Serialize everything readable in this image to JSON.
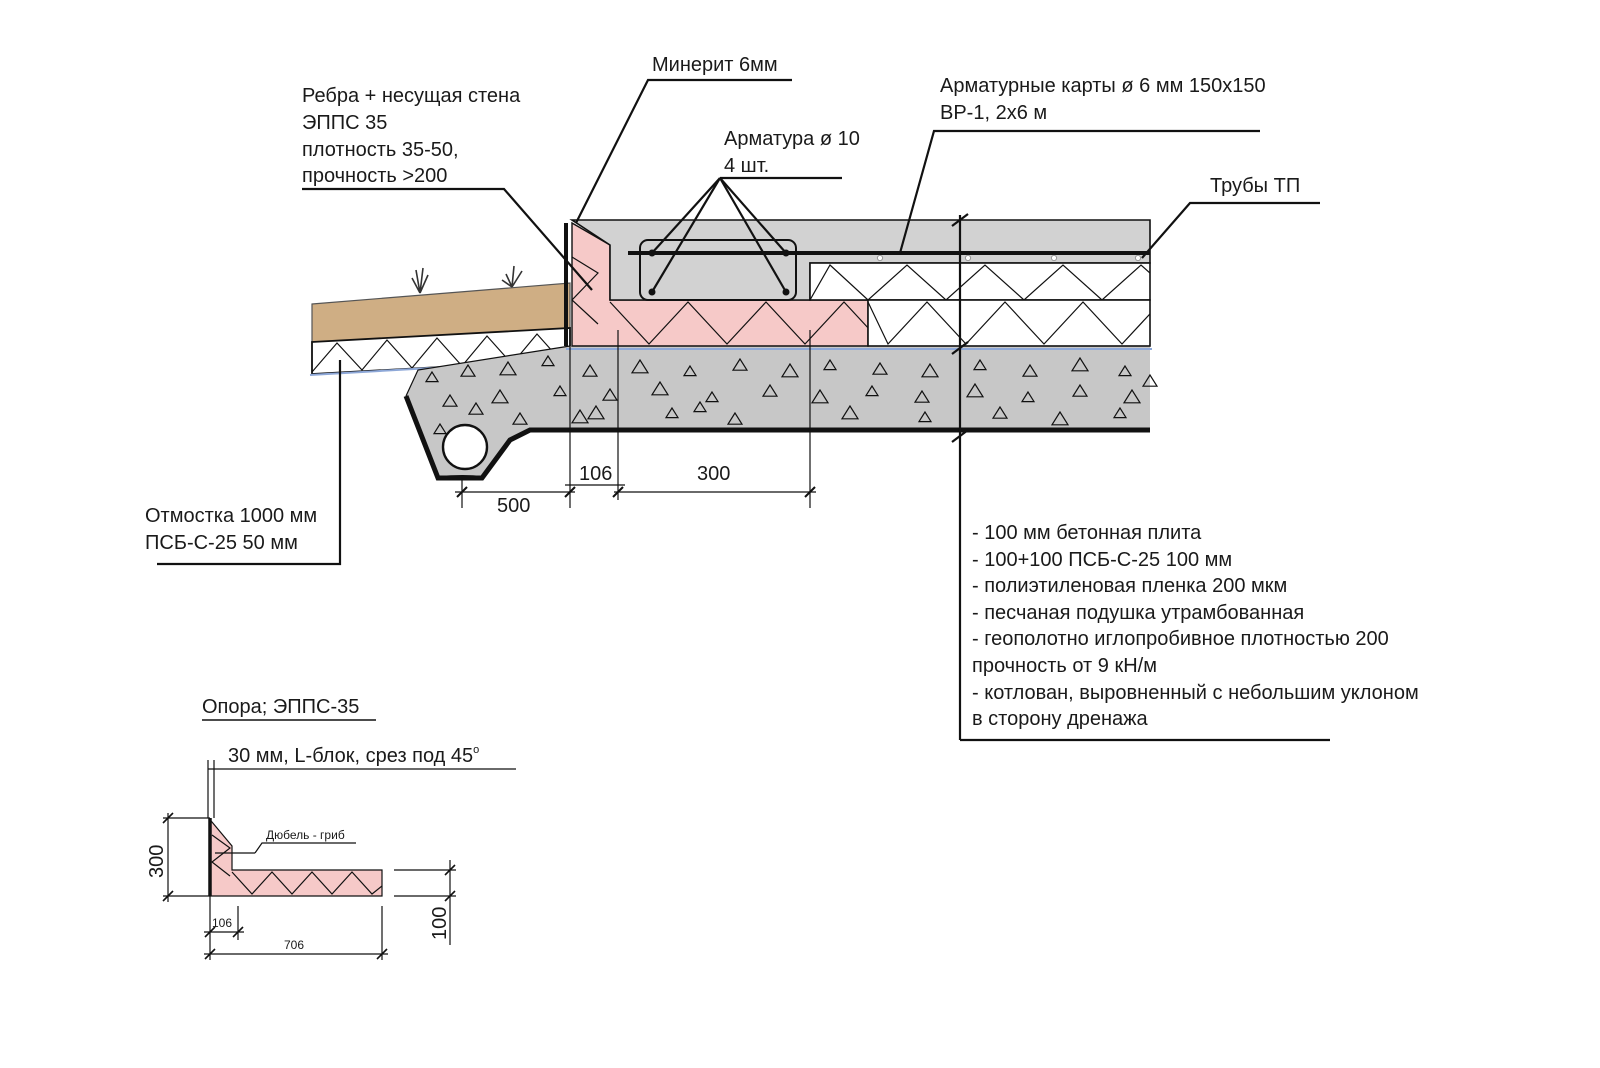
{
  "labels": {
    "minerite": "Минерит 6мм",
    "ribs_1": "Ребра + несущая стена",
    "ribs_2": "ЭППС 35",
    "ribs_3": "плотность 35-50,",
    "ribs_4": "прочность >200",
    "mesh_1": "Арматурные карты ø 6 мм 150х150",
    "mesh_2": "ВР-1, 2х6 м",
    "rebar_1": "Арматура ø 10",
    "rebar_2": "4 шт.",
    "pipes": "Трубы ТП",
    "blind_area_1": "Отмостка 1000 мм",
    "blind_area_2": "ПСБ-С-25 50 мм"
  },
  "layers": [
    "- 100 мм бетонная плита",
    "- 100+100 ПСБ-С-25 100 мм",
    "- полиэтиленовая пленка 200 мкм",
    "- песчаная подушка утрамбованная",
    "- геополотно иглопробивное плотностью 200",
    "прочность от 9 кН/м",
    "- котлован, выровненный с небольшим уклоном",
    "в сторону дренажа"
  ],
  "dimensions": {
    "d500": "500",
    "d106": "106",
    "d300": "300"
  },
  "support": {
    "title": "Опора; ЭППС-35",
    "subtitle": "30 мм, L-блок, срез под 45",
    "degree": "o",
    "dowel": "Дюбель - гриб",
    "h300": "300",
    "h100": "100",
    "w106": "106",
    "w706": "706"
  },
  "colors": {
    "soil": "#cfae84",
    "insulation_pink": "#f6c9c8",
    "concrete": "#d2d2d2",
    "gravel": "#c7c7c7",
    "outline": "#111111",
    "blue_line": "#8ea8d8"
  }
}
